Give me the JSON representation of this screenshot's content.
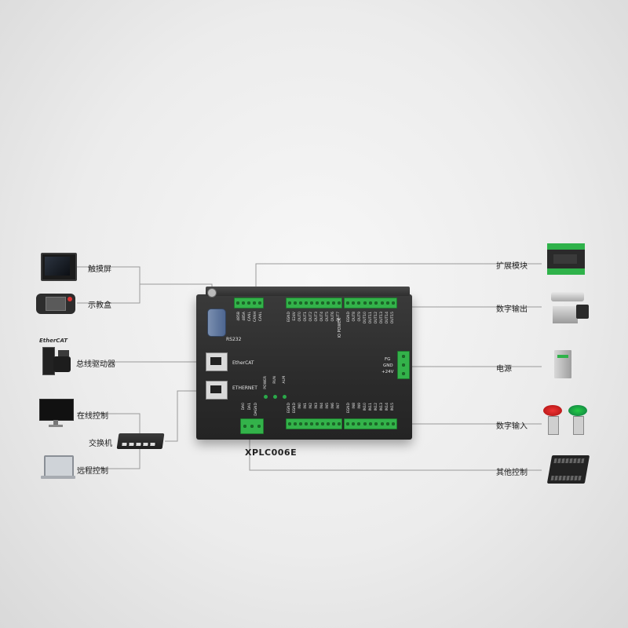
{
  "left_devices": {
    "touchscreen": "触摸屏",
    "teach_pendant": "示教盒",
    "bus_drive": "总线驱动器",
    "online_control": "在线控制",
    "switch": "交换机",
    "remote_control": "远程控制",
    "ethercat_logo": "EtherCAT"
  },
  "right_devices": {
    "expansion": "扩展模块",
    "digital_output": "数字输出",
    "power": "电源",
    "digital_input": "数字输入",
    "other_control": "其他控制"
  },
  "plc": {
    "model": "XPLC006E",
    "rs232": "RS232",
    "ethercat_port": "EtherCAT",
    "ethernet_port": "ETHERNET",
    "led_power": "POWER",
    "led_run": "RUN",
    "led_alm": "ALM",
    "fg": "FG",
    "gnd": "GND",
    "v24": "+24V",
    "io_power": "IO POWER",
    "top_left_pins": [
      "485B",
      "485A",
      "CANL",
      "CANH",
      "CANL"
    ],
    "top_mid_pins": [
      "EGND",
      "E24V",
      "OUT0",
      "OUT1",
      "OUT2",
      "OUT3",
      "OUT4",
      "OUT5",
      "OUT6",
      "OUT7"
    ],
    "top_right_pins": [
      "EGND",
      "OUT8",
      "OUT9",
      "OUT10",
      "OUT11",
      "OUT12",
      "OUT13",
      "OUT14",
      "OUT15"
    ],
    "bot_left_pins": [
      "DA0",
      "DA1",
      "DAGND"
    ],
    "bot_mid_pins": [
      "EGND",
      "EGND",
      "IN0",
      "IN1",
      "IN2",
      "IN3",
      "IN4",
      "IN5",
      "IN6",
      "IN7"
    ],
    "bot_right_pins": [
      "EGND",
      "IN8",
      "IN9",
      "IN10",
      "IN11",
      "IN12",
      "IN13",
      "IN14",
      "IN15"
    ]
  },
  "colors": {
    "terminal_green": "#33b24a",
    "plc_body": "#2b2b2b",
    "line_gray": "#9a9a9a"
  }
}
